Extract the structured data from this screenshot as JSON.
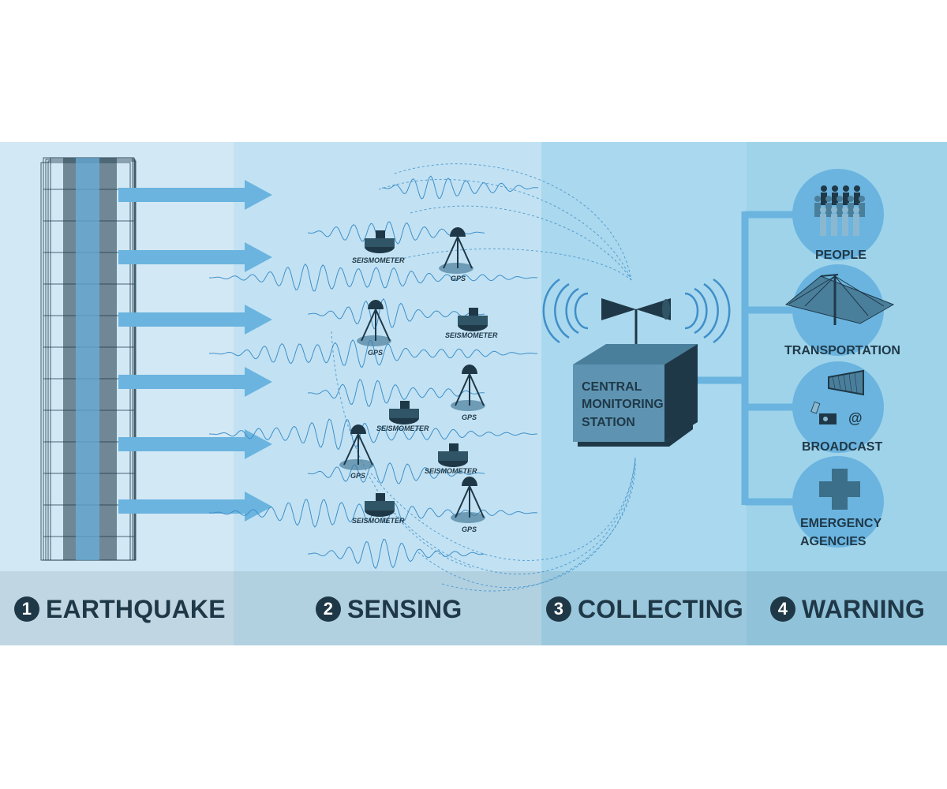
{
  "stages": [
    {
      "number": "1",
      "label": "EARTHQUAKE"
    },
    {
      "number": "2",
      "label": "SENSING"
    },
    {
      "number": "3",
      "label": "COLLECTING"
    },
    {
      "number": "4",
      "label": "WARNING"
    }
  ],
  "sensors": {
    "seismometer_label": "SEISMOMETER",
    "gps_label": "GPS"
  },
  "station": {
    "line1": "CENTRAL",
    "line2": "MONITORING",
    "line3": "STATION"
  },
  "recipients": {
    "people": "PEOPLE",
    "transportation": "TRANSPORTATION",
    "broadcast": "BROADCAST",
    "emergency_line1": "EMERGENCY",
    "emergency_line2": "AGENCIES",
    "at_symbol": "@"
  },
  "colors": {
    "panel1": "#d3e8f5",
    "panel2": "#c2e2f3",
    "panel3": "#aad8ee",
    "panel4": "#9ed3ea",
    "dark": "#1f3847",
    "wave": "#3f8fc9",
    "arrow": "#6ab4df"
  }
}
